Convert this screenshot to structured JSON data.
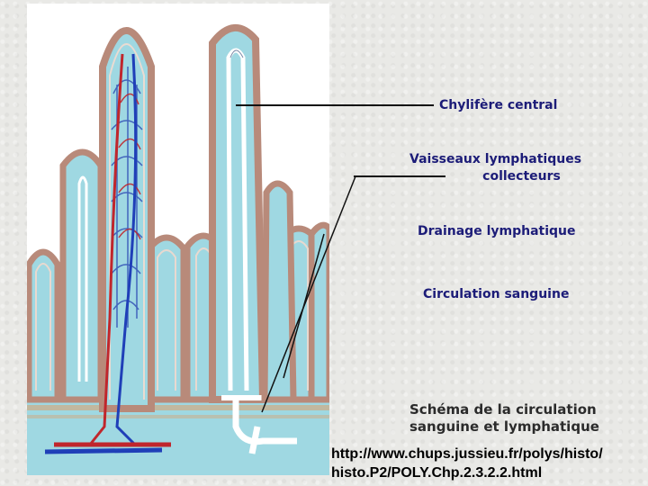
{
  "labels": {
    "chylifere": "Chylifère central",
    "vaisseaux_1": "Vaisseaux lymphatiques",
    "vaisseaux_2": "collecteurs",
    "drainage": "Drainage lymphatique",
    "circulation": "Circulation sanguine"
  },
  "caption": {
    "line1": "Schéma de la circulation",
    "line2": "sanguine et lymphatique"
  },
  "url": {
    "line1": "http://www.chups.jussieu.fr/polys/histo/",
    "line2": "histo.P2/POLY.Chp.2.3.2.2.html"
  },
  "colors": {
    "label_text": "#1c1c78",
    "villus_tissue": "#9fd8e2",
    "villus_border": "#b88a7a",
    "blood_artery": "#c0262c",
    "blood_vein": "#1f3fb8",
    "lymph": "#ffffff"
  }
}
